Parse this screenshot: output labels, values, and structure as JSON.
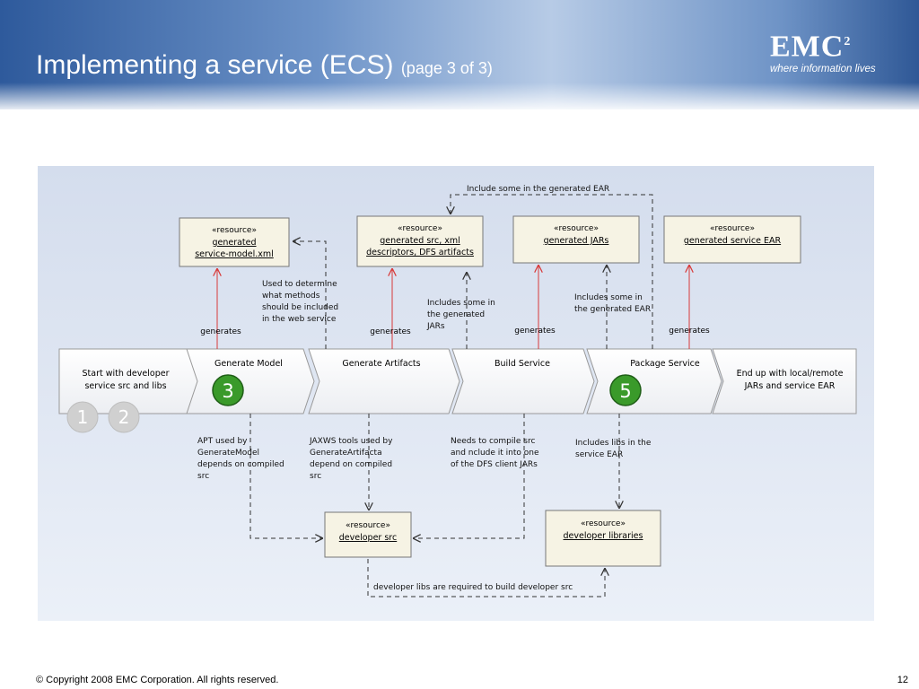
{
  "slide": {
    "title": "Implementing a service (ECS)",
    "subtitle": "(page 3 of 3)",
    "footer": "© Copyright 2008 EMC Corporation. All rights reserved.",
    "page_number": "12"
  },
  "logo": {
    "mark": "EMC",
    "superscript": "2",
    "tagline": "where information lives"
  },
  "diagram": {
    "stereotype": "«resource»",
    "resources": {
      "model": [
        "generated",
        "service-model.xml"
      ],
      "src": [
        "generated src, xml",
        "descriptors, DFS artifacts"
      ],
      "jars": [
        "generated JARs"
      ],
      "ear": [
        "generated service EAR"
      ],
      "devsrc": [
        "developer src"
      ],
      "devlibs": [
        "developer libraries"
      ]
    },
    "stages": {
      "start": [
        "Start with developer",
        "service src and libs"
      ],
      "generate_model": "Generate Model",
      "generate_artifacts": "Generate Artifacts",
      "build_service": "Build Service",
      "package_service": "Package Service",
      "end": [
        "End up with local/remote",
        "JARs and service EAR"
      ]
    },
    "generates_label": "generates",
    "steps": {
      "one": "1",
      "two": "2",
      "three": "3",
      "five": "5"
    },
    "notes": {
      "include_ear": "Include some in the generated EAR",
      "used_to_determine": [
        "Used to determine",
        "what methods",
        "should be included",
        "in the web service"
      ],
      "includes_jars": [
        "Includes some in",
        "the generated",
        "JARs"
      ],
      "includes_ear": [
        "Includes some in",
        "the generated EAR"
      ],
      "apt": [
        "APT used by",
        "GenerateModel",
        "depends on compiled",
        "src"
      ],
      "jaxws": [
        "JAXWS tools used by",
        "GenerateArtifacta",
        "depend on compiled",
        "src"
      ],
      "needs_compile": [
        "Needs to compile src",
        "and nclude it into one",
        "of the DFS client JARs"
      ],
      "includes_libs": [
        "Includes libs in the",
        "service EAR"
      ],
      "dev_libs_required": "developer libs are required to build developer src"
    }
  }
}
